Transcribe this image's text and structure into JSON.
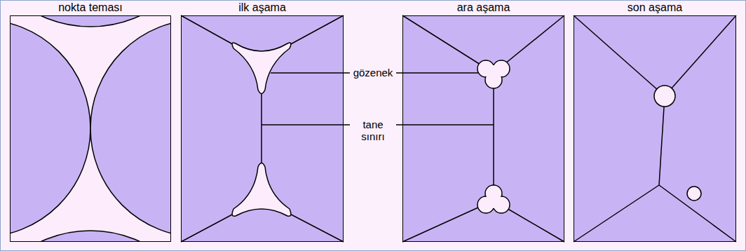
{
  "diagram": {
    "nodes": [
      {
        "text": [
          "nokta teması"
        ]
      },
      {
        "text": [
          "ilk aşama"
        ]
      },
      {
        "text": [
          "ara aşama"
        ]
      },
      {
        "text": [
          "son aşama"
        ]
      }
    ],
    "labels": [
      "gözenek",
      "tane sınırı"
    ]
  }
}
